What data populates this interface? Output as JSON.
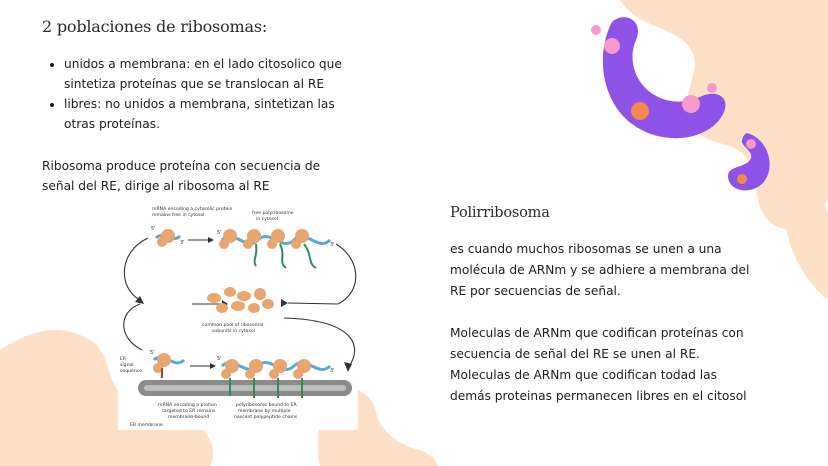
{
  "title": "2 poblaciones de ribosomas:",
  "bullets": [
    "unidos a membrana: en el lado citosolico que sintetiza proteínas que se translocan al RE",
    "libres: no unidos a membrana, sintetizan las otras proteínas."
  ],
  "paragraph": "Ribosoma produce proteína con secuencia de señal del RE, dirige al ribosoma al RE",
  "polirribosoma": {
    "heading": "Polirribosoma",
    "p1": "es cuando muchos ribosomas se unen a una molécula de ARNm y se adhiere a membrana del RE por secuencias de señal.",
    "p2": "Moleculas de ARNm que codifican proteínas con secuencia de señal del RE se unen al RE. Moleculas de ARNm que codifican todad las demás proteinas permanecen libres en el citosol"
  },
  "figure": {
    "label_mrna_cytosolic": [
      "mRNA encoding a cytosolic protein",
      "remains free in cytosol"
    ],
    "label_free_polyribosome": [
      "free polyribosome",
      "in cytosol"
    ],
    "label_pool": [
      "common pool of ribosomal",
      "subunits in cytosol"
    ],
    "label_er_signal": [
      "ER",
      "signal",
      "sequence"
    ],
    "label_mrna_er": [
      "mRNA encoding a protain",
      "targeted to ER remains",
      "membrane-bound"
    ],
    "label_bound_polyribosome": [
      "polyribosome bound to ER",
      "membrane by multiple",
      "nascent polypeptide chains"
    ],
    "label_er_membrane": "ER membrane",
    "five_prime": "5'",
    "three_prime": "3'"
  },
  "colors": {
    "peach": "#fde0c6",
    "purple": "#8e52e6",
    "pink": "#f59ac8",
    "orange": "#f3894f",
    "ribosome": "#e8a56e",
    "mrna": "#58a9d6",
    "chain": "#2f8c5a",
    "membrane": "#8b8b8b"
  }
}
